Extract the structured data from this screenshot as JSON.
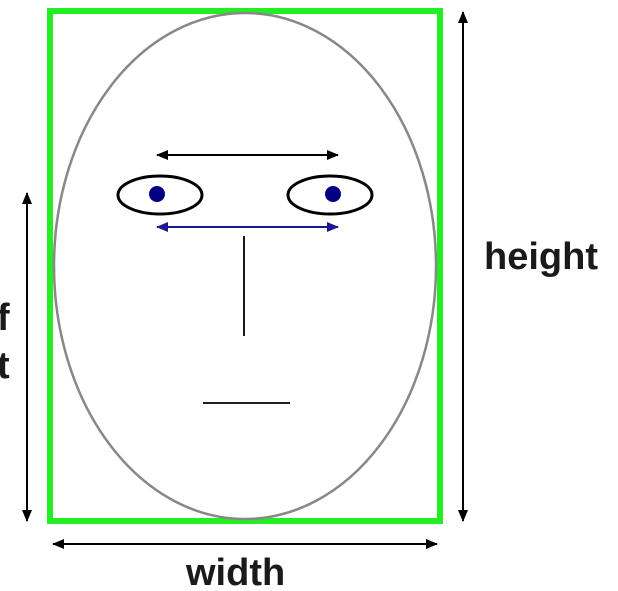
{
  "labels": {
    "height": "height",
    "width": "width",
    "left_fragment_1": "f",
    "left_fragment_2": "t"
  },
  "colors": {
    "bounding_box": "#22ee22",
    "face_outline": "#888888",
    "pupil": "#000080",
    "eye_distance_arrow": "#000000",
    "pupil_distance_arrow": "#1a1a8c",
    "dimension_arrows": "#000000"
  },
  "icons": {
    "left_eye": "eye-icon",
    "right_eye": "eye-icon"
  }
}
